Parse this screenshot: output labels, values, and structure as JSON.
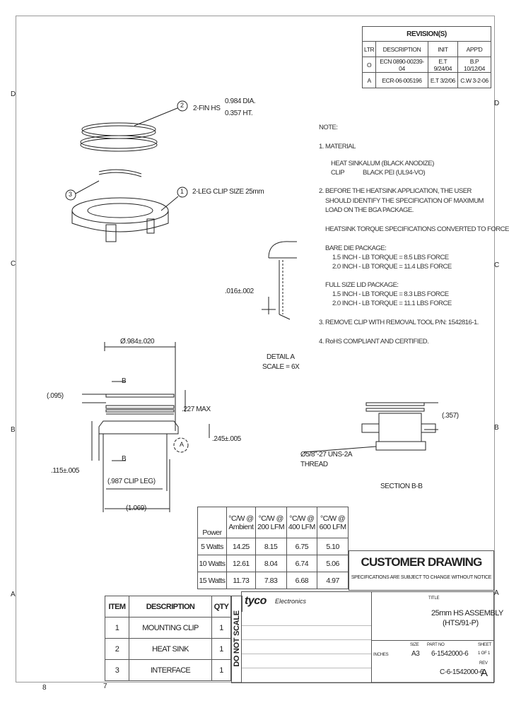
{
  "zones": {
    "top_left": "D",
    "mid_left": "C",
    "low_left": "B",
    "bot_left": "A",
    "top_right": "D",
    "mid_right": "C",
    "low_right": "B",
    "bot_right": "A",
    "bottom_8": "8",
    "bottom_7": "7"
  },
  "revisions": {
    "title": "REVISION(S)",
    "headers": [
      "LTR",
      "DESCRIPTION",
      "INIT",
      "APP'D"
    ],
    "rows": [
      [
        "O",
        "ECN 0890-00239-04",
        "E.T 9/24/04",
        "B.P 10/12/04"
      ],
      [
        "A",
        "ECR-06-005196",
        "E.T 3/2/06",
        "C.W 3-2-06"
      ]
    ]
  },
  "callouts": {
    "c1": "1",
    "c2": "2",
    "c3": "3",
    "fin_label": "2-FIN HS",
    "fin_dia": "0.984 DIA.",
    "fin_ht": "0.357 HT.",
    "leg_label": "2-LEG CLIP SIZE 25mm"
  },
  "notes": {
    "heading": "NOTE:",
    "n1": "1.  MATERIAL",
    "hs_k": "HEAT SINK",
    "hs_v": "ALUM (BLACK ANODIZE)",
    "clip_k": "CLIP",
    "clip_v": "BLACK PEI (UL94-VO)",
    "n2a": "2.  BEFORE THE HEATSINK APPLICATION, THE USER",
    "n2b": "SHOULD IDENTIFY THE SPECIFICATION OF MAXIMUM",
    "n2c": "LOAD ON THE BGA PACKAGE.",
    "torque": "HEATSINK TORQUE SPECIFICATIONS CONVERTED TO FORCE.",
    "bare": "BARE DIE PACKAGE:",
    "bare1": "1.5 INCH - LB TORQUE = 8.5 LBS FORCE",
    "bare2": "2.0 INCH - LB TORQUE = 11.4 LBS FORCE",
    "full": "FULL SIZE LID PACKAGE:",
    "full1": "1.5 INCH - LB TORQUE = 8.3 LBS FORCE",
    "full2": "2.0 INCH - LB TORQUE = 11.1 LBS FORCE",
    "n3": "3.  REMOVE CLIP WITH REMOVAL TOOL P/N: 1542816-1.",
    "n4": "4.  RoHS COMPLIANT AND CERTIFIED."
  },
  "detail": {
    "gap": ".016±.002",
    "title": "DETAIL A",
    "scale": "SCALE = 6X"
  },
  "dims": {
    "dia": "Ø.984±.020",
    "b_top": "B",
    "b_bot": "B",
    "d095": "(.095)",
    "d227": ".227 MAX",
    "a_label": "A",
    "d245": ".245±.005",
    "d115": ".115±.005",
    "d987": "(.987 CLIP LEG)",
    "d1069": "(1.069)",
    "d357": "(.357)",
    "thread1": "Ø5/8\"-27 UNS-2A",
    "thread2": "THREAD",
    "section": "SECTION B-B"
  },
  "power_table": {
    "headers": [
      [
        "Power",
        ""
      ],
      [
        "°C/W @",
        "Ambient"
      ],
      [
        "°C/W @",
        "200 LFM"
      ],
      [
        "°C/W @",
        "400 LFM"
      ],
      [
        "°C/W @",
        "600 LFM"
      ]
    ],
    "rows": [
      [
        "5 Watts",
        "14.25",
        "8.15",
        "6.75",
        "5.10"
      ],
      [
        "10 Watts",
        "12.61",
        "8.04",
        "6.74",
        "5.06"
      ],
      [
        "15 Watts",
        "11.73",
        "7.83",
        "6.68",
        "4.97"
      ]
    ]
  },
  "customer": {
    "title": "CUSTOMER DRAWING",
    "sub": "SPECIFICATIONS ARE SUBJECT TO CHANGE WITHOUT NOTICE"
  },
  "bom": {
    "headers": [
      "ITEM",
      "DESCRIPTION",
      "QTY"
    ],
    "rows": [
      [
        "1",
        "MOUNTING CLIP",
        "1"
      ],
      [
        "2",
        "HEAT SINK",
        "1"
      ],
      [
        "3",
        "INTERFACE",
        "1"
      ]
    ],
    "vertical": "DO NOT SCALE"
  },
  "title_block": {
    "brand": "tyco",
    "brand_sub": "Electronics",
    "ttitle": "TITLE",
    "part_title1": "25mm HS ASSEMBLY",
    "part_title2": "(HTS/91-P)",
    "inches": "INCHES",
    "size_lbl": "SIZE",
    "size": "A3",
    "partno_lbl": "PART NO",
    "partno": "6-1542000-6",
    "sheet_lbl": "SHEET",
    "sheet": "1 OF 1",
    "dwg": "C-6-1542000-6",
    "rev_lbl": "REV",
    "rev": "A"
  }
}
